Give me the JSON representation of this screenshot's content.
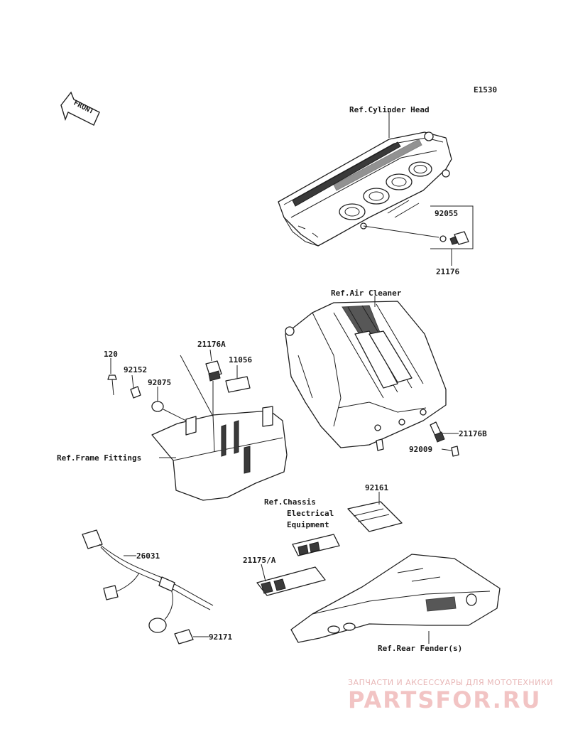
{
  "diagram_code": "E1530",
  "front_label": "FRONT",
  "references": {
    "cylinder_head": "Ref.Cylinder Head",
    "air_cleaner": "Ref.Air Cleaner",
    "frame_fittings": "Ref.Frame Fittings",
    "chassis_line1": "Ref.Chassis",
    "chassis_line2": "Electrical",
    "chassis_line3": "Equipment",
    "rear_fender": "Ref.Rear Fender(s)"
  },
  "parts": {
    "p92055": "92055",
    "p21176": "21176",
    "p120": "120",
    "p92152": "92152",
    "p21176A": "21176A",
    "p11056": "11056",
    "p92075": "92075",
    "p21176B": "21176B",
    "p92009": "92009",
    "p92161": "92161",
    "p21175A": "21175/A",
    "p26031": "26031",
    "p92171": "92171"
  },
  "watermark": {
    "tagline": "ЗАПЧАСТИ И АКСЕССУАРЫ ДЛЯ МОТОТЕХНИКИ",
    "logo": "PARTSFOR.RU"
  },
  "colors": {
    "ink": "#1f1f1f",
    "watermark": "#f2c4c4"
  }
}
